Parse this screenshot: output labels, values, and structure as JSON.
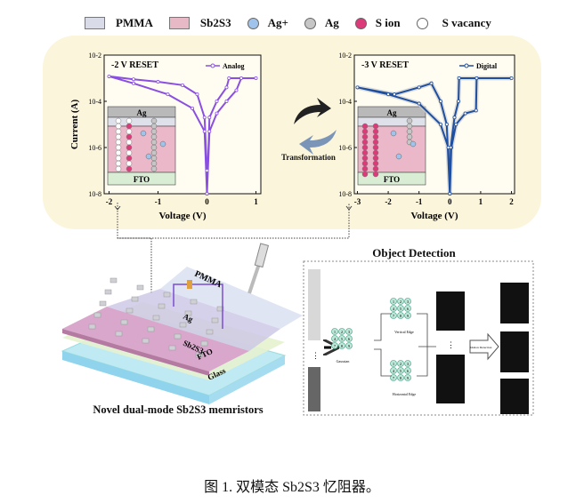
{
  "legend": [
    {
      "label": "PMMA",
      "kind": "box",
      "color": "#d9dce8"
    },
    {
      "label": "Sb2S3",
      "kind": "box",
      "color": "#e7b9c6"
    },
    {
      "label": "Ag+",
      "kind": "dot",
      "color": "#9fc3ea"
    },
    {
      "label": "Ag",
      "kind": "dot",
      "color": "#c6c6c6"
    },
    {
      "label": "S ion",
      "kind": "dot",
      "color": "#dd3a7a"
    },
    {
      "label": "S vacancy",
      "kind": "dot",
      "color": "#ffffff"
    }
  ],
  "transformation_label": "Transformation",
  "inset": {
    "top": "Ag",
    "bottom": "FTO"
  },
  "chart_data": [
    {
      "type": "line",
      "title": "-2 V RESET",
      "xlabel": "Voltage (V)",
      "ylabel": "Current (A)",
      "xlim": [
        -2.1,
        1.1
      ],
      "ylim": [
        1e-08,
        0.01
      ],
      "yscale": "log",
      "xticks": [
        "-2",
        "-1",
        "0",
        "1"
      ],
      "xtick_values": [
        -2,
        -1,
        0,
        1
      ],
      "yticks": [
        "10-2",
        "10-4",
        "10-6",
        "10-8"
      ],
      "ytick_values": [
        0.01,
        0.0001,
        1e-06,
        1e-08
      ],
      "series": [
        {
          "name": "Analog",
          "color": "#8a4fe0",
          "x": [
            0,
            0.05,
            0.2,
            0.4,
            0.45,
            1,
            0.7,
            0.6,
            0.4,
            0.2,
            0.05,
            0,
            -0.05,
            -0.3,
            -0.8,
            -1.5,
            -2,
            -1.5,
            -1,
            -0.5,
            -0.2,
            -0.05,
            0
          ],
          "y": [
            1e-08,
            2e-05,
            0.0001,
            0.0004,
            0.001,
            0.001,
            0.001,
            0.0003,
            0.0001,
            3e-05,
            5e-06,
            1e-08,
            5e-06,
            5e-05,
            0.0002,
            0.0006,
            0.0012,
            0.0009,
            0.0007,
            0.0005,
            0.0002,
            2e-05,
            1e-07
          ]
        }
      ]
    },
    {
      "type": "line",
      "title": "-3 V RESET",
      "xlabel": "Voltage (V)",
      "ylabel": "",
      "xlim": [
        -3.1,
        2.1
      ],
      "ylim": [
        1e-08,
        0.01
      ],
      "yscale": "log",
      "xticks": [
        "-3",
        "-2",
        "-1",
        "0",
        "1",
        "2"
      ],
      "xtick_values": [
        -3,
        -2,
        -1,
        0,
        1,
        2
      ],
      "yticks": [
        "10-2",
        "10-4",
        "10-6",
        "10-8"
      ],
      "ytick_values": [
        0.01,
        0.0001,
        1e-06,
        1e-08
      ],
      "series": [
        {
          "name": "Digital",
          "color": "#1f4fa0",
          "x": [
            0,
            0.05,
            0.2,
            0.5,
            0.85,
            0.87,
            2,
            0.3,
            0.28,
            0.15,
            0.03,
            0,
            -0.1,
            -0.3,
            -0.6,
            -1,
            -1.8,
            -3,
            -2,
            -1,
            -0.3,
            -0.05,
            0
          ],
          "y": [
            1e-08,
            1e-06,
            1e-05,
            3e-05,
            4e-05,
            0.001,
            0.001,
            0.001,
            0.0001,
            2e-05,
            1e-06,
            1e-08,
            1e-05,
            0.0001,
            0.0006,
            0.0004,
            0.0002,
            0.0004,
            0.0002,
            8e-05,
            1e-05,
            1e-06,
            1e-08
          ]
        }
      ]
    }
  ],
  "device": {
    "title": "Novel dual-mode Sb2S3 memristors",
    "layers": [
      "PMMA",
      "Ag",
      "Sb2S3",
      "FTO",
      "Glass"
    ]
  },
  "object_detection": {
    "title": "Object Detection",
    "gaussian": "Gaussian",
    "vertical": "Vertical Edge",
    "horizontal": "Horizontal Edge",
    "motion": "Motion Detection",
    "kernel": [
      "1",
      "2",
      "3",
      "4",
      "5",
      "6",
      "7",
      "8",
      "9"
    ]
  },
  "caption": "图 1. 双模态 Sb2S3 忆阻器。"
}
